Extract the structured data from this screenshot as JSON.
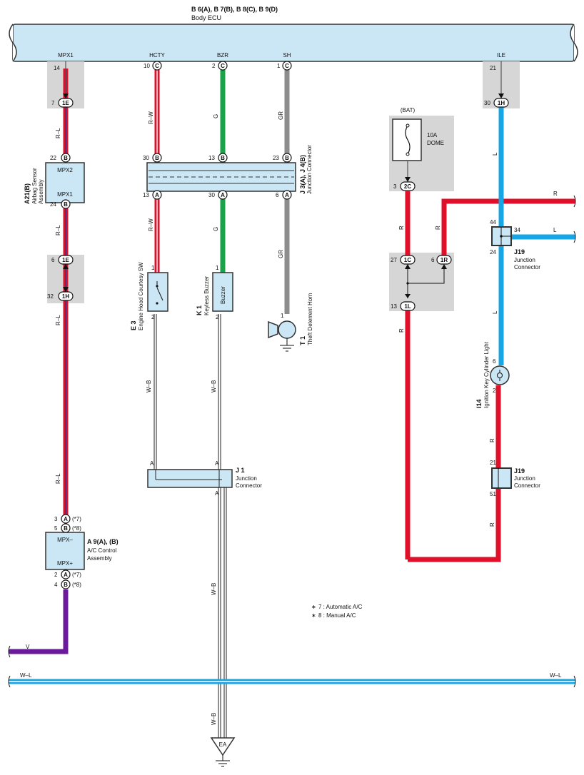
{
  "ecu": {
    "connectors": "B 6(A), B 7(B), B 8(C), B 9(D)",
    "name": "Body ECU",
    "terminals": {
      "mpx1": "MPX1",
      "hcty": "HCTY",
      "bzr": "BZR",
      "sh": "SH",
      "ile": "ILE"
    }
  },
  "pins": {
    "ecu_mpx1": "14",
    "ecu_hcty": "10",
    "ecu_bzr": "2",
    "ecu_sh": "1",
    "ecu_ile": "21",
    "c": "C",
    "b": "B",
    "a": "A",
    "p7": "7",
    "p1e": "1E",
    "p22": "22",
    "p24": "24",
    "p6": "6",
    "p32": "32",
    "p1h": "1H",
    "p30": "30",
    "p13": "13",
    "p23": "23",
    "p3": "3",
    "p5": "5",
    "p2": "2",
    "p4": "4",
    "p1": "1",
    "p2c": "2C",
    "p27": "27",
    "p1c": "1C",
    "p1r": "1R",
    "p1l": "1L",
    "p44": "44",
    "p34": "34",
    "p21": "21",
    "p51": "51",
    "note7": "(*7)",
    "note8": "(*8)",
    "ea": "EA"
  },
  "wires": {
    "rl": "R–L",
    "rw": "R–W",
    "g": "G",
    "gr": "GR",
    "wb": "W–B",
    "r": "R",
    "l": "L",
    "v": "V",
    "wl": "W–L"
  },
  "components": {
    "airbag": {
      "code": "A21(B)",
      "name1": "Airbag Sensor",
      "name2": "Assembly",
      "t1": "MPX2",
      "t2": "MPX1"
    },
    "ac": {
      "code": "A 9(A), (B)",
      "name1": "A/C Control",
      "name2": "Assembly",
      "t1": "MPX–",
      "t2": "MPX+"
    },
    "jc34": {
      "code": "J 3(A), J 4(B)",
      "name": "Junction Connector"
    },
    "hood": {
      "code": "E 3",
      "name": "Engine Hood Courtesy SW"
    },
    "buzzer": {
      "code": "K 1",
      "name": "Keyless Buzzer",
      "inner": "Buzzer"
    },
    "horn": {
      "code": "T 1",
      "name": "Theft Deterrent Horn"
    },
    "j1": {
      "code": "J 1",
      "name1": "Junction",
      "name2": "Connector"
    },
    "fuse": {
      "supply": "(BAT)",
      "rating": "10A",
      "name": "DOME"
    },
    "j19a": {
      "code": "J19",
      "name1": "Junction",
      "name2": "Connector"
    },
    "lamp": {
      "code": "I14",
      "name": "Ignition Key Cylinder Light"
    },
    "j19b": {
      "code": "J19",
      "name1": "Junction",
      "name2": "Connector"
    }
  },
  "notes": [
    {
      "mark": "∗",
      "text": "7 : Automatic A/C"
    },
    {
      "mark": "∗",
      "text": "8 : Manual A/C"
    }
  ],
  "colors": {
    "red": "#e0102a",
    "green": "#1aa348",
    "gray": "#8c8c8c",
    "blue": "#16a6e6",
    "purple": "#6a1a9a",
    "ecu_fill": "#cbe7f5",
    "shade": "#d6d6d6"
  }
}
